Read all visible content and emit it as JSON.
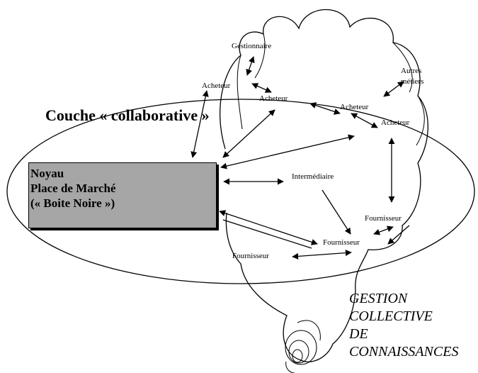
{
  "diagram": {
    "layer_label": "Couche « collaborative »",
    "core_box": {
      "line1": "Noyau",
      "line2": "Place de Marché",
      "line3": "(« Boite Noire »)",
      "fill_color": "#a6a6a6"
    },
    "nodes": {
      "gestionnaire": "Gestionnaire",
      "autres_metiers_1": "Autres",
      "autres_metiers_2": "métiers",
      "acheteur_1": "Acheteur",
      "acheteur_2": "Acheteur",
      "acheteur_3": "Acheteur",
      "acheteur_4": "Acheteur",
      "intermediaire": "Intermédiaire",
      "fournisseur_1": "Fournisseur",
      "fournisseur_2": "Fournisseur",
      "fournisseur_3": "Fournisseur"
    },
    "knowledge_label": {
      "line1": "GESTION",
      "line2": "COLLECTIVE",
      "line3": "DE",
      "line4": "CONNAISSANCES"
    },
    "colors": {
      "line": "#000000",
      "background": "#ffffff"
    }
  }
}
